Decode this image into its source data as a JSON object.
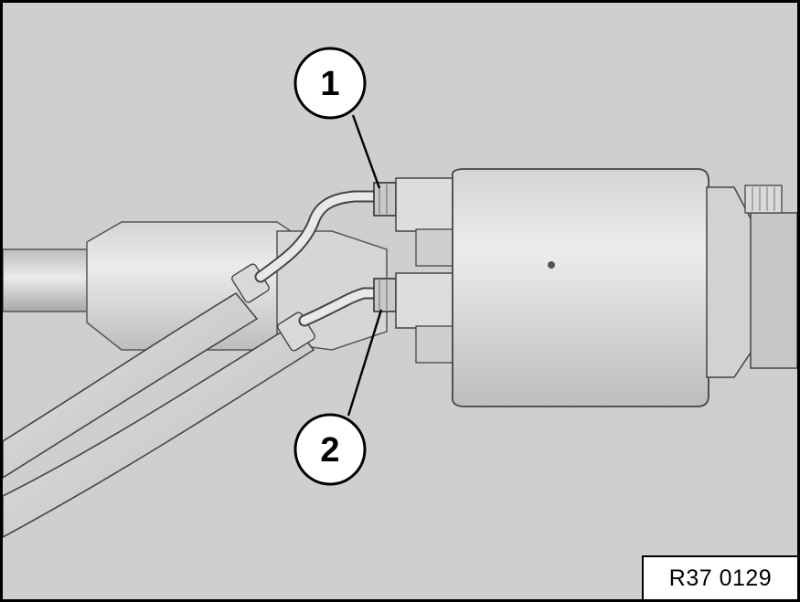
{
  "callouts": [
    {
      "label": "1",
      "meaning": ""
    },
    {
      "label": "2",
      "meaning": ""
    }
  ],
  "reference": "R37 0129",
  "colors": {
    "background": "#cfcfcf",
    "part_light": "#e3e3e3",
    "part_mid": "#c2c2c2",
    "part_dark": "#9b9b9b",
    "outline": "#000000"
  }
}
